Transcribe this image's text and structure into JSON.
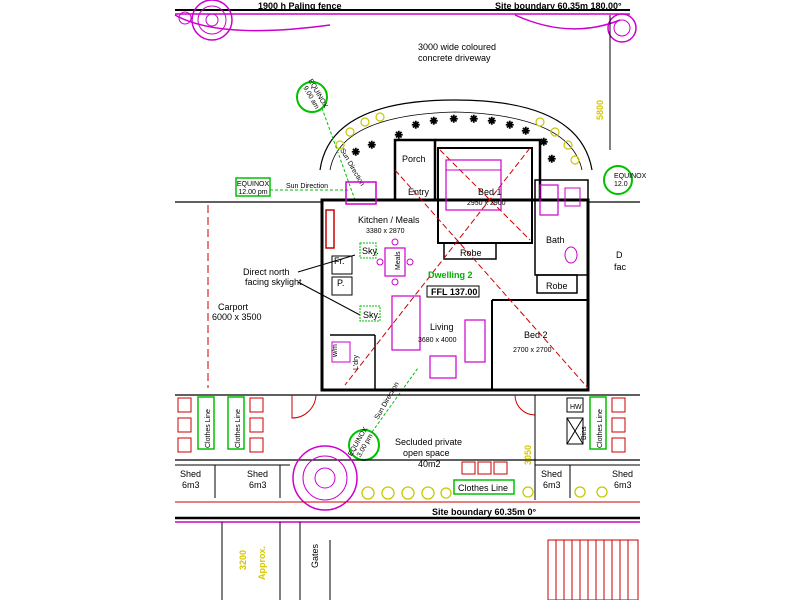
{
  "boundaries": {
    "fence_top": "1900 h Paling fence",
    "site_top": "Site boundary 60.35m 180.00°",
    "site_bottom": "Site boundary 60.35m 0°"
  },
  "driveway": {
    "line1": "3000 wide coloured",
    "line2": "concrete driveway"
  },
  "dims": {
    "right_5800": "5800",
    "bottom_3050": "3050",
    "left_3200": "3200",
    "approx": "Approx.",
    "gates": "Gates"
  },
  "equinox": [
    {
      "line1": "EQUINOX",
      "line2": "9.00 am"
    },
    {
      "line1": "EQUINOX",
      "line2": "12.00 pm"
    },
    {
      "line1": "EQUINOX",
      "line2": "3.00 pm"
    },
    {
      "line1": "EQUINOX",
      "line2": "12.0"
    }
  ],
  "sun_direction": "Sun Direction",
  "rooms": {
    "porch": "Porch",
    "entry": "Entry",
    "bed1": {
      "name": "Bed 1",
      "size": "2950 x 2900"
    },
    "robe1": "Robe",
    "robe2": "Robe",
    "bath": "Bath",
    "kitchen": {
      "name": "Kitchen / Meals",
      "size": "3380 x 2870"
    },
    "sky1": "Sky.",
    "sky2": "Sky.",
    "meals": "Meals",
    "fr": "Fr.",
    "p": "P.",
    "dwelling": "Dwelling 2",
    "ffl": "FFL 137.00",
    "living": {
      "name": "Living",
      "size": "3680 x 4000"
    },
    "bed2": {
      "name": "Bed 2",
      "size": "2700 x 2700"
    },
    "ldry": "L'dry",
    "wm": "w/m"
  },
  "notes": {
    "skylight1": "Direct north",
    "skylight2": "facing skylight",
    "carport": "Carport",
    "carport_size": "6000 x 3500",
    "open1": "Secluded private",
    "open2": "open space",
    "open3": "40m2",
    "shed": "Shed",
    "shed_size": "6m3",
    "clothes_line": "Clothes Line",
    "hw": "HW",
    "bins": "Bins",
    "right_d": "D",
    "right_fac": "fac"
  }
}
